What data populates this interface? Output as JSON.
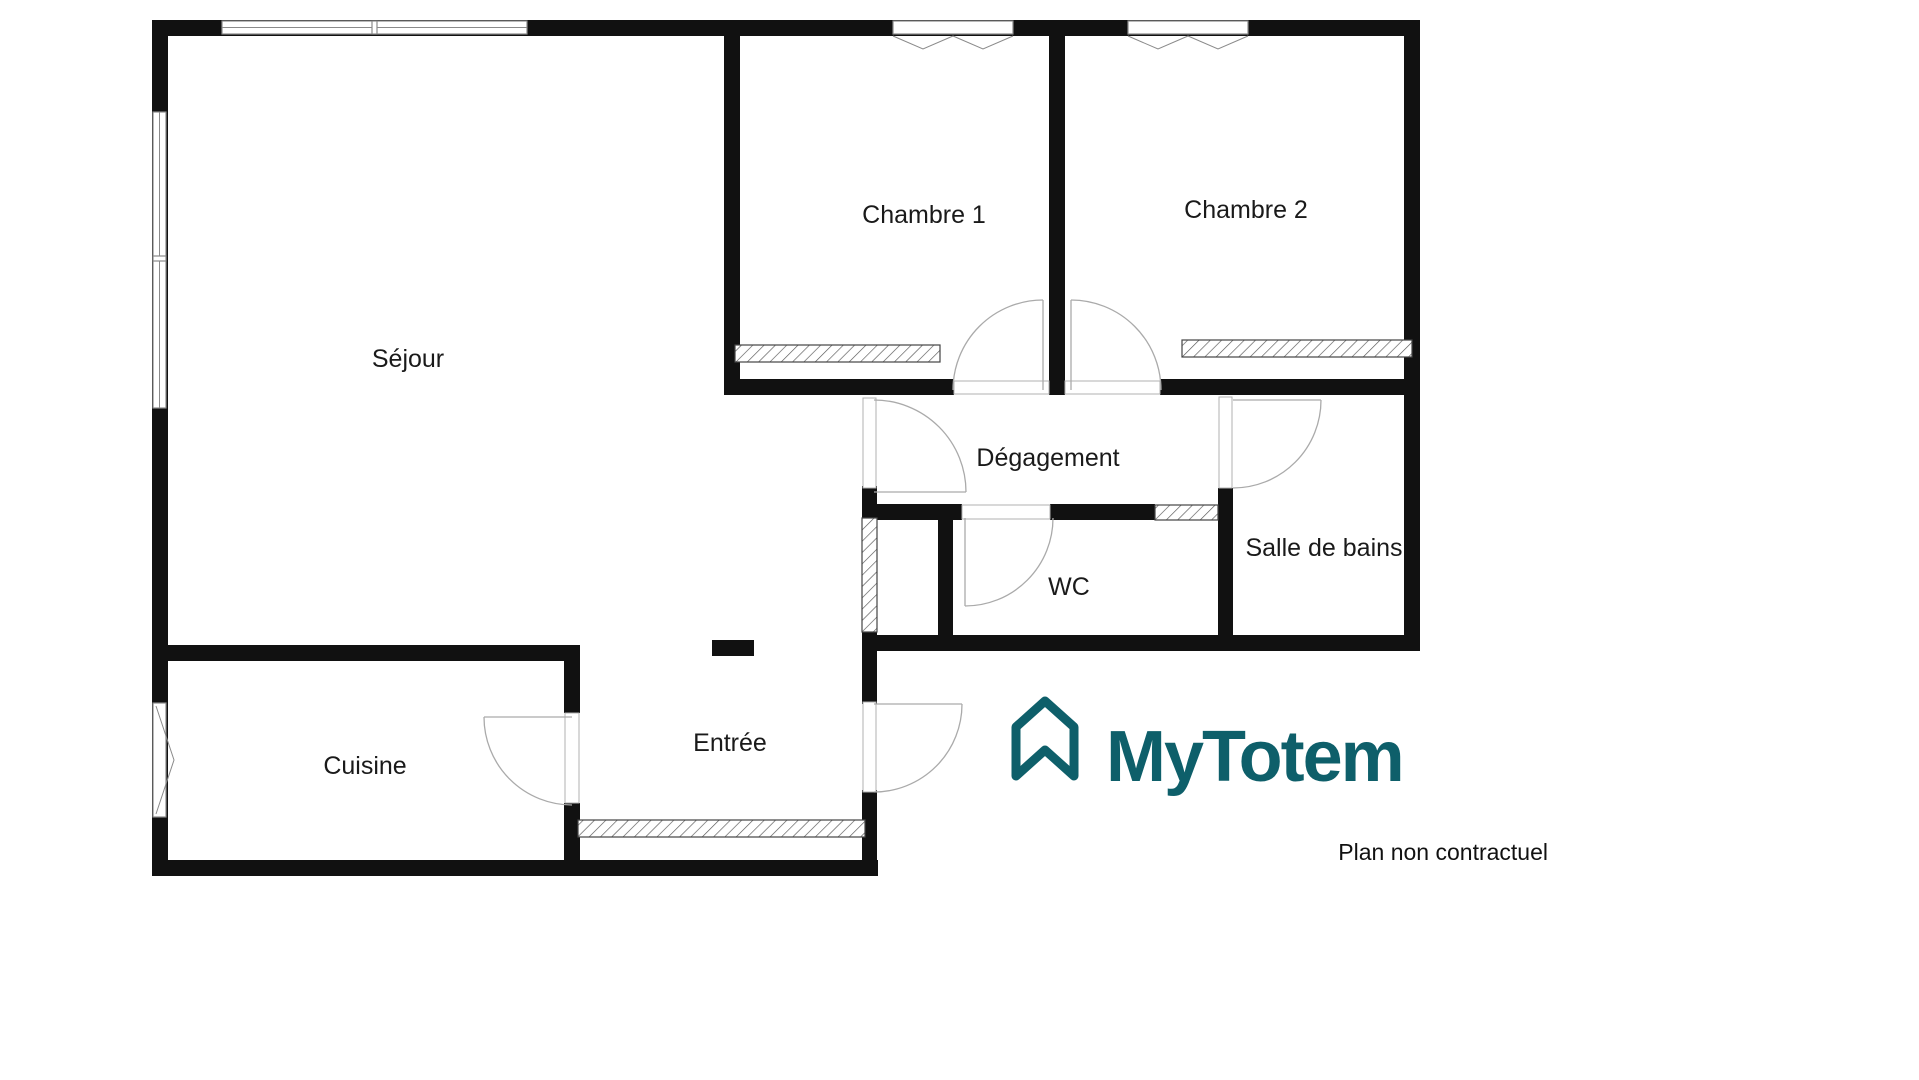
{
  "plan": {
    "rooms": [
      {
        "label": "Séjour"
      },
      {
        "label": "Chambre 1"
      },
      {
        "label": "Chambre 2"
      },
      {
        "label": "Dégagement"
      },
      {
        "label": "WC"
      },
      {
        "label": "Salle de bains"
      },
      {
        "label": "Cuisine"
      },
      {
        "label": "Entrée"
      }
    ]
  },
  "branding": {
    "logo_text": "MyTotem",
    "logo_icon": "house-icon",
    "logo_color": "#0E5F6A",
    "disclaimer": "Plan non contractuel"
  },
  "colors": {
    "wall": "#111111",
    "door_line": "#aaaaaa",
    "background": "#ffffff",
    "label_text": "#1a1a1a"
  }
}
